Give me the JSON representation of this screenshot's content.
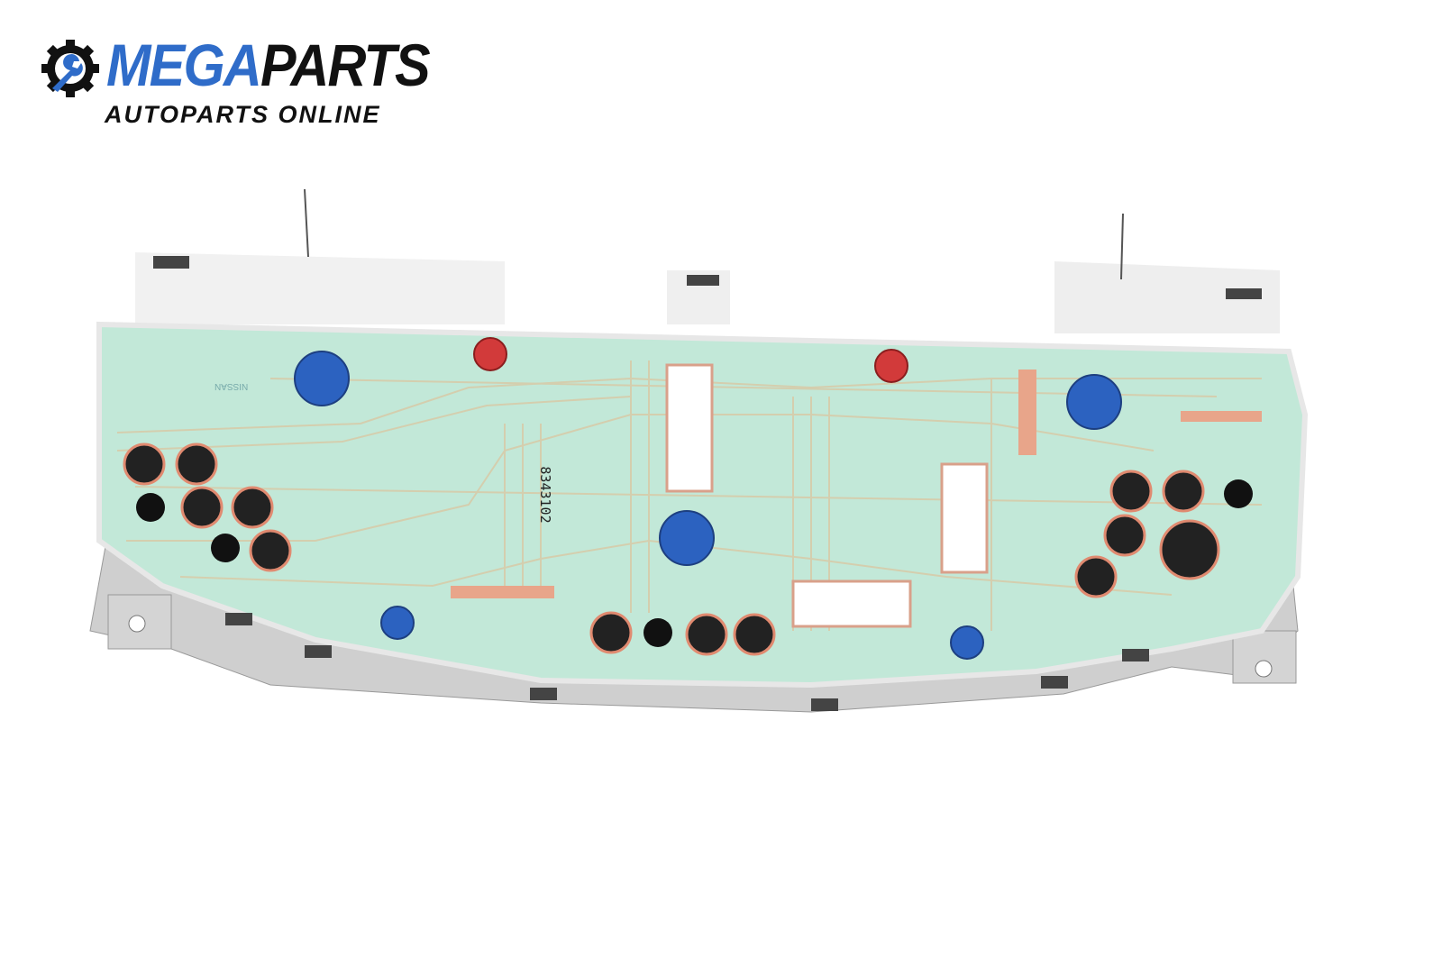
{
  "logo": {
    "brand_part1": "MEGA",
    "brand_part2": "PARTS",
    "tagline": "AUTOPARTS ONLINE"
  },
  "product": {
    "serial_number": "8343102",
    "pcb_brand": "NISSAN"
  },
  "colors": {
    "brand_blue": "#2f6cc9",
    "pcb_green": "#bfe6d6",
    "trace": "#e8c9a0",
    "socket_blue": "#2c62c0",
    "socket_red": "#d23a3a"
  }
}
